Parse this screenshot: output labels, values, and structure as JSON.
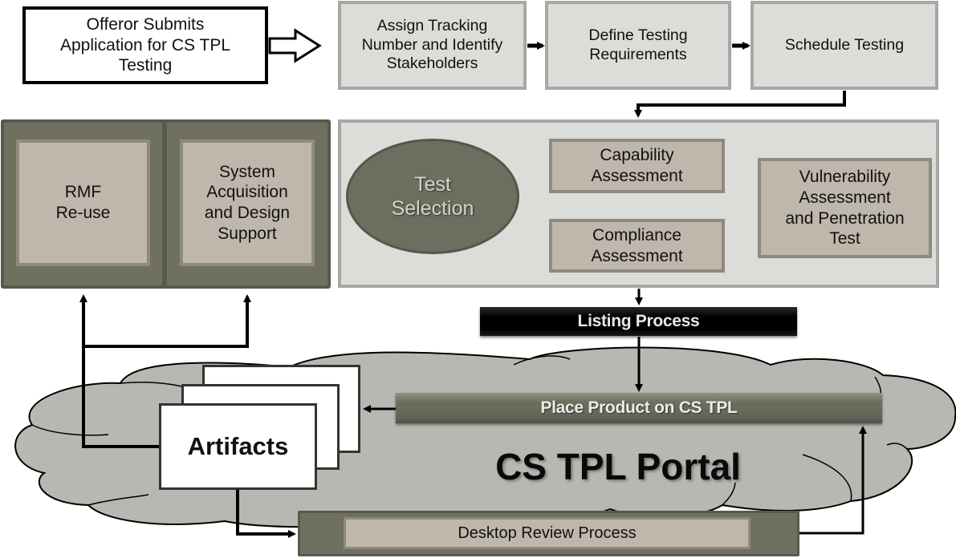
{
  "diagram": {
    "title": "CS TPL Testing Process Flow",
    "intake": {
      "offeror": "Offeror Submits\nApplication for CS TPL\nTesting",
      "steps": [
        "Assign Tracking\nNumber and Identify\nStakeholders",
        "Define Testing\nRequirements",
        "Schedule Testing"
      ]
    },
    "support_services": [
      "RMF\nRe-use",
      "System\nAcquisition\nand Design\nSupport"
    ],
    "testing": {
      "selection": "Test\nSelection",
      "capability": "Capability\nAssessment",
      "compliance": "Compliance\nAssessment",
      "vulnerability": "Vulnerability\nAssessment\nand Penetration\nTest"
    },
    "listing_process": "Listing Process",
    "place_product": "Place Product on CS TPL",
    "artifacts": "Artifacts",
    "portal": "CS TPL Portal",
    "desktop_review": "Desktop Review Process",
    "colors": {
      "olive_dark": "#6f705f",
      "olive_border": "#585a4d",
      "beige": "#bfb7ab",
      "light_grey": "#dcdcd8",
      "cloud_grey": "#b7b8b2",
      "black": "#000000"
    }
  }
}
